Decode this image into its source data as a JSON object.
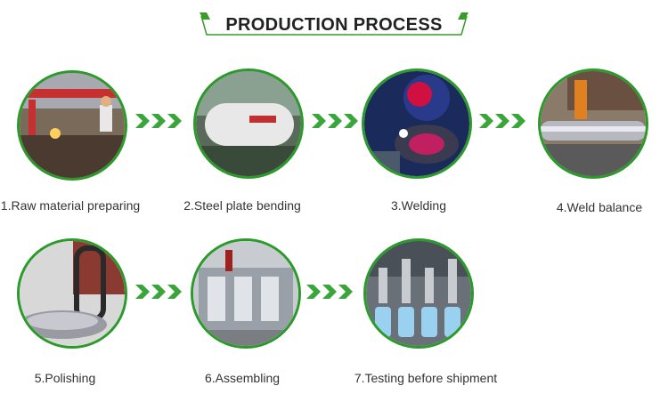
{
  "header": {
    "title": "PRODUCTION PROCESS",
    "accent_color": "#3a9a2a"
  },
  "steps": [
    {
      "label": "1.Raw material preparing",
      "image": "cutting-workshop"
    },
    {
      "label": "2.Steel plate bending",
      "image": "steel-roll"
    },
    {
      "label": "3.Welding",
      "image": "welder-sparks"
    },
    {
      "label": "4.Weld balance",
      "image": "machine-rollers"
    },
    {
      "label": "5.Polishing",
      "image": "polishing-belt"
    },
    {
      "label": "6.Assembling",
      "image": "filling-machine"
    },
    {
      "label": "7.Testing before shipment",
      "image": "bottle-line"
    }
  ],
  "arrow_icon": "chevron-triple-right-icon",
  "arrow_color": "#3aa53a"
}
